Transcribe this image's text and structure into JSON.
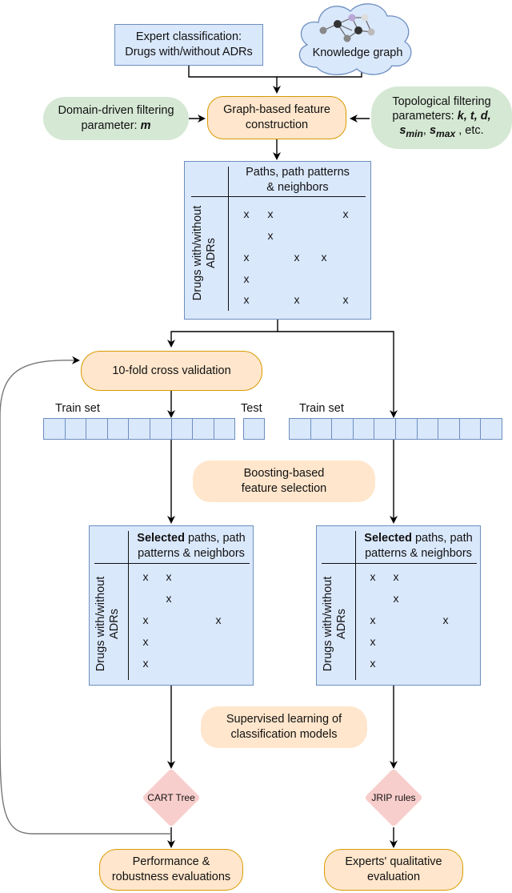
{
  "nodes": {
    "expert": {
      "line1": "Expert classification:",
      "line2": "Drugs with/without ADRs"
    },
    "kg": {
      "label": "Knowledge graph"
    },
    "domain_filter": {
      "line1": "Domain-driven filtering",
      "line2_prefix": "parameter: ",
      "param": "m"
    },
    "graph_feature": {
      "line1": "Graph-based feature",
      "line2": "construction"
    },
    "topo_filter": {
      "line1": "Topological filtering",
      "line2_prefix": "parameters: ",
      "line2_params": "k, t, d,",
      "line3_a": "s",
      "line3_a_sub": "min",
      "line3_sep": ", ",
      "line3_b": "s",
      "line3_b_sub": "max",
      "line3_suffix": " , etc."
    },
    "cv": {
      "label": "10-fold cross validation"
    },
    "boosting": {
      "line1": "Boosting-based",
      "line2": "feature selection"
    },
    "supervised": {
      "line1": "Supervised learning of",
      "line2": "classification models"
    },
    "cart": {
      "label": "CART Tree"
    },
    "jrip": {
      "label": "JRIP rules"
    },
    "perf": {
      "line1": "Performance &",
      "line2": "robustness evaluations"
    },
    "experts_eval": {
      "line1": "Experts' qualitative",
      "line2": "evaluation"
    }
  },
  "matrix_top": {
    "header_line1": "Paths, path patterns",
    "header_line2": "& neighbors",
    "row_label_line1": "Drugs with/without",
    "row_label_line2": "ADRs",
    "mark": "x"
  },
  "matrix_left": {
    "header_bold": "Selected",
    "header_rest": " paths, path",
    "header_line2": "patterns & neighbors",
    "row_label_line1": "Drugs with/without",
    "row_label_line2": "ADRs",
    "mark": "x"
  },
  "matrix_right": {
    "header_bold": "Selected",
    "header_rest": " paths, path",
    "header_line2": "patterns & neighbors",
    "row_label_line1": "Drugs with/without",
    "row_label_line2": "ADRs",
    "mark": "x"
  },
  "sets": {
    "train_left": "Train set",
    "test": "Test",
    "train_right": "Train set"
  },
  "colors": {
    "blue_fill": "#dae8fc",
    "blue_border": "#6c8ebf",
    "orange_fill": "#ffe6cc",
    "orange_border": "#d79b00",
    "green_fill": "#d5e8d4",
    "red_fill": "#f8cecc"
  }
}
